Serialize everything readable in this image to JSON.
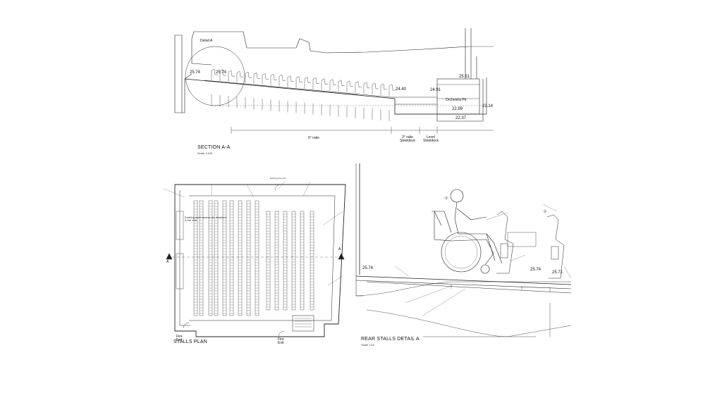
{
  "section": {
    "title": "SECTION A-A",
    "scale": "Scale 1:100",
    "detail_label": "Detail A",
    "levels": [
      "25.74",
      "25.74",
      "24.40",
      "24.91",
      "25.51",
      "22.99",
      "23.14",
      "22.37"
    ],
    "rake_main": "6° rake",
    "rake_steeldeck": "3° rake Steeldeck",
    "level_steeldeck": "Level Steeldeck",
    "orchestra_pit": "Orchestra Pit"
  },
  "plan": {
    "title": "STALLS PLAN",
    "existing_fire_exits": "Existing fire exits",
    "existing_level_access": "Existing level access for disabled & fire exit",
    "section_marker": "A",
    "fire_exit_left": "Fire Exit",
    "fire_exit_right": "Fire Exit"
  },
  "detail": {
    "title": "REAR STALLS DETAIL A",
    "scale": "Scale 1:10",
    "levels": [
      "25.74",
      "25.74",
      "25.71"
    ]
  }
}
